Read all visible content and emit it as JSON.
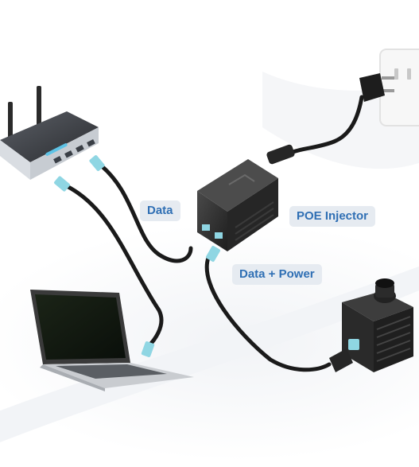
{
  "labels": {
    "data": "Data",
    "poe_injector": "POE Injector",
    "data_power": "Data + Power"
  },
  "colors": {
    "label_text": "#2f6fb4",
    "label_bg": "#e6ebf1",
    "cable": "#1a1a1a",
    "connector": "#8fd6e3",
    "device_dark": "#2b2b2b"
  },
  "icons": [
    "router-icon",
    "poe-injector-icon",
    "laptop-icon",
    "camera-icon",
    "power-plug-icon",
    "wall-outlet-icon"
  ]
}
